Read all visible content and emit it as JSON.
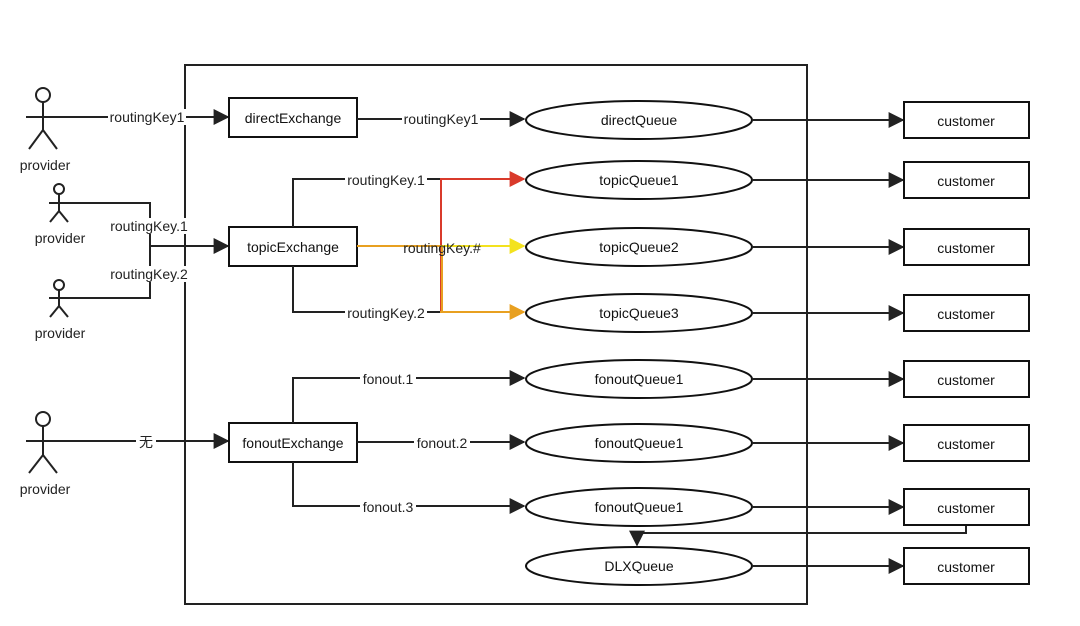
{
  "actors": [
    {
      "id": "provider-1",
      "label": "provider"
    },
    {
      "id": "provider-2",
      "label": "provider"
    },
    {
      "id": "provider-3",
      "label": "provider"
    },
    {
      "id": "provider-4",
      "label": "provider"
    }
  ],
  "exchanges": {
    "direct": "directExchange",
    "topic": "topicExchange",
    "fonout": "fonoutExchange"
  },
  "queues": {
    "direct": "directQueue",
    "topic1": "topicQueue1",
    "topic2": "topicQueue2",
    "topic3": "topicQueue3",
    "fonout1": "fonoutQueue1",
    "fonout2": "fonoutQueue1",
    "fonout3": "fonoutQueue1",
    "dlx": "DLXQueue"
  },
  "customer_label": "customer",
  "edge_labels": {
    "provider_direct": "routingKey1",
    "direct_queue": "routingKey1",
    "provider_topic_1": "routingKey.1",
    "provider_topic_2": "routingKey.2",
    "topic_q1": "routingKey.1",
    "topic_q2": "routingKey.#",
    "topic_q3": "routingKey.2",
    "provider_fonout": "无",
    "fonout_q1": "fonout.1",
    "fonout_q2": "fonout.2",
    "fonout_q3": "fonout.3"
  },
  "colors": {
    "line": "#222222",
    "red": "#d93a2b",
    "orange": "#e8a020",
    "yellow": "#f3e21e"
  }
}
